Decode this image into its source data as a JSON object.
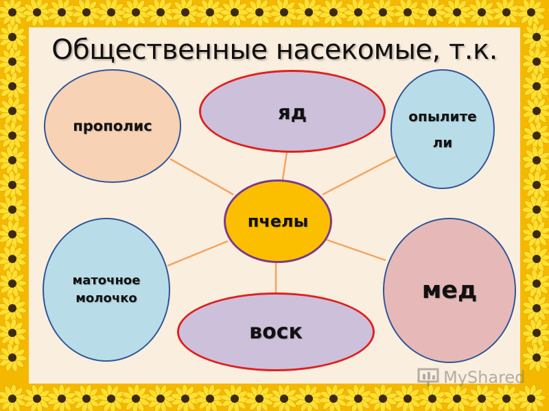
{
  "title": "Общественные насекомые, т.к.",
  "center": {
    "label": "пчелы",
    "fill": "#fbbf00",
    "stroke": "#7b3a8a"
  },
  "nodes": [
    {
      "id": "propolis",
      "label": "прополис",
      "fill": "#f8d2b4",
      "stroke": "#2f5597"
    },
    {
      "id": "yad",
      "label": "яд",
      "fill": "#ccc0da",
      "stroke": "#e02020"
    },
    {
      "id": "opyliteli",
      "label": "опылите ли",
      "fill": "#b9dde8",
      "stroke": "#2f5597"
    },
    {
      "id": "matochnoe-molochko",
      "label": "маточное молочко",
      "fill": "#b9dde8",
      "stroke": "#2f5597"
    },
    {
      "id": "vosk",
      "label": "воск",
      "fill": "#ccc0da",
      "stroke": "#e02020"
    },
    {
      "id": "med",
      "label": "мед",
      "fill": "#e6b9b8",
      "stroke": "#2f5597"
    }
  ],
  "connector_color": "#f4a460",
  "watermark": "MyShared"
}
